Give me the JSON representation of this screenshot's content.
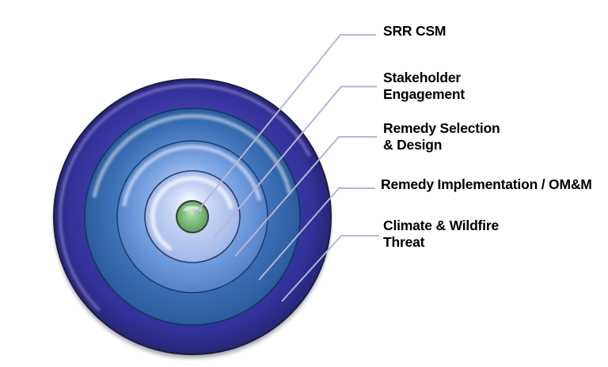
{
  "diagram": {
    "type": "concentric-rings",
    "labels": [
      {
        "name": "srr-csm",
        "lines": [
          "SRR CSM"
        ]
      },
      {
        "name": "stakeholder-engagement",
        "lines": [
          "Stakeholder",
          "Engagement"
        ]
      },
      {
        "name": "remedy-selection-design",
        "lines": [
          "Remedy Selection",
          "& Design"
        ]
      },
      {
        "name": "remedy-implementation-omm",
        "lines": [
          "Remedy Implementation / OM&M"
        ]
      },
      {
        "name": "climate-wildfire-threat",
        "lines": [
          "Climate & Wildfire",
          "Threat"
        ]
      }
    ],
    "rings": [
      {
        "name": "climate-wildfire-threat",
        "label": "Climate & Wildfire Threat",
        "fill": "#32329a"
      },
      {
        "name": "remedy-implementation-omm",
        "label": "Remedy Implementation / OM&M",
        "fill": "#3568ae"
      },
      {
        "name": "remedy-selection-design",
        "label": "Remedy Selection & Design",
        "fill": "#6d98da"
      },
      {
        "name": "stakeholder-engagement",
        "label": "Stakeholder Engagement",
        "fill": "#b3c6ef"
      },
      {
        "name": "srr-csm",
        "label": "SRR CSM",
        "fill": "#8bc789"
      }
    ],
    "colors": {
      "background": "#ffffff",
      "text": "#000000",
      "leader_line": "#b6b6d4",
      "ring_outline": "#1d1d38"
    }
  }
}
